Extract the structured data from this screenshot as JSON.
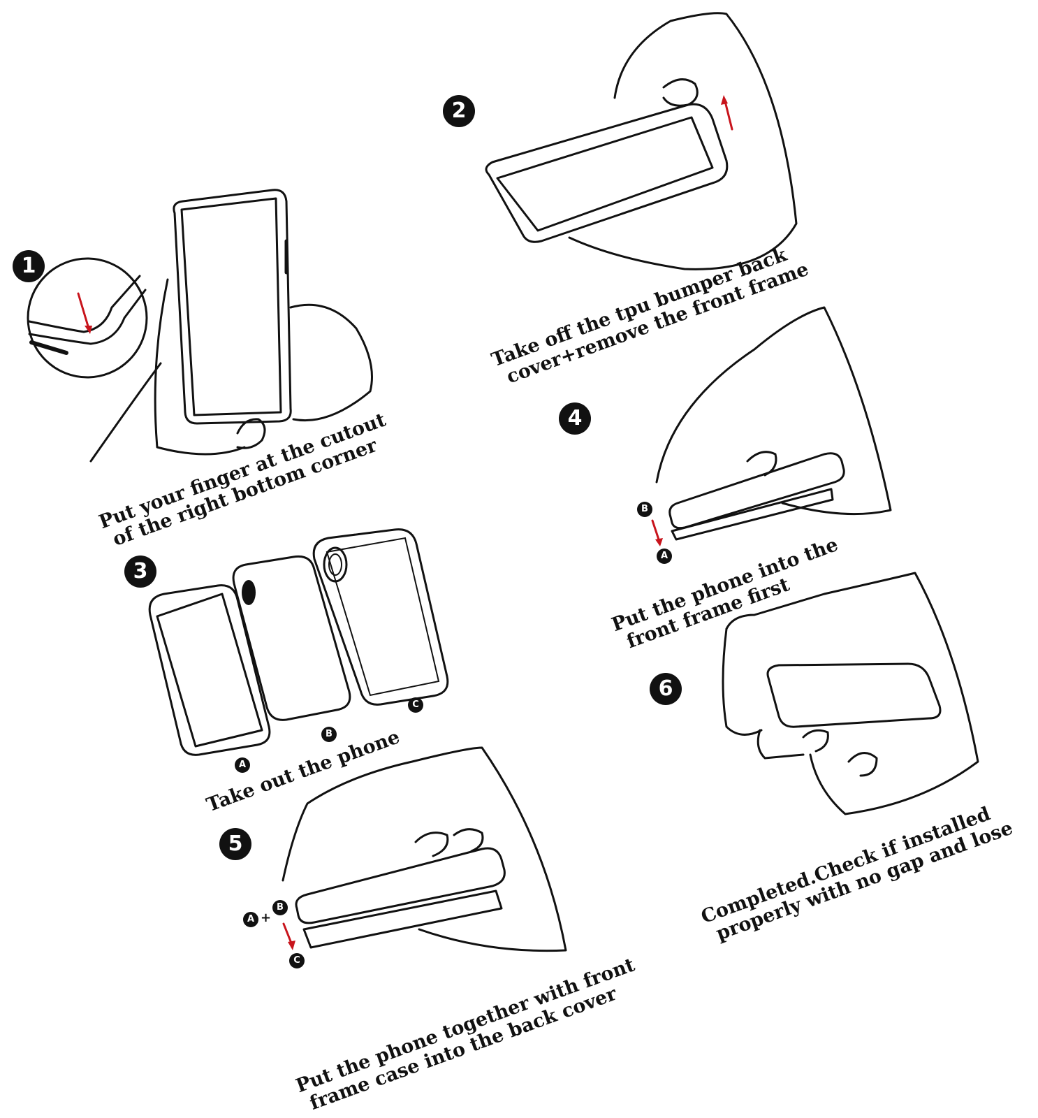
{
  "steps": [
    {
      "number": "1",
      "caption_line1": "Put your finger at the cutout",
      "caption_line2": "of the right bottom corner"
    },
    {
      "number": "2",
      "caption_line1": "Take off the tpu bumper back",
      "caption_line2": "cover+remove the front frame"
    },
    {
      "number": "3",
      "caption_line1": "Take out the phone",
      "caption_line2": ""
    },
    {
      "number": "4",
      "caption_line1": "Put the phone into the",
      "caption_line2": "front frame first"
    },
    {
      "number": "5",
      "caption_line1": "Put the phone together with front",
      "caption_line2": "frame case into the back cover"
    },
    {
      "number": "6",
      "caption_line1": "Completed.Check if installed",
      "caption_line2": "properly with no gap and lose"
    }
  ],
  "part_labels": {
    "a": "A",
    "b": "B",
    "c": "C",
    "plus": "+"
  },
  "colors": {
    "ink": "#111111",
    "arrow": "#c8141c",
    "background": "#ffffff"
  }
}
